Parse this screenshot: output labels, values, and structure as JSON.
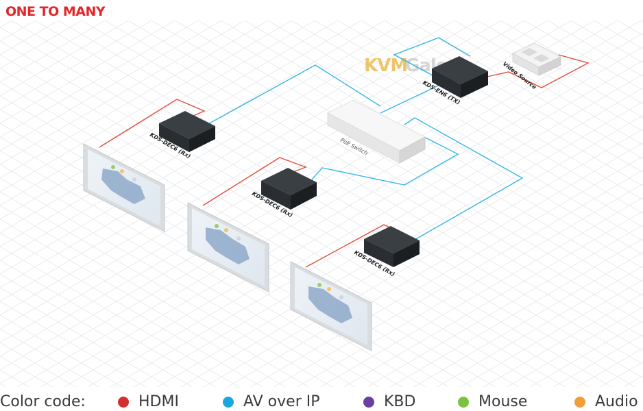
{
  "title": "ONE TO MANY",
  "watermark": {
    "part1": "KVM",
    "part2": "Galore"
  },
  "devices": {
    "encoder": "KDS-EN6 (TX)",
    "decoder_1": "KDS-DEC6 (Rx)",
    "decoder_2": "KDS-DEC6 (Rx)",
    "decoder_3": "KDS-DEC6 (Rx)",
    "switch": "PoE Switch",
    "source": "Video Source"
  },
  "legend": {
    "label": "Color code:",
    "items": [
      {
        "label": "HDMI",
        "color": "#d32f2f"
      },
      {
        "label": "AV over IP",
        "color": "#1aa7e0"
      },
      {
        "label": "KBD",
        "color": "#6b3fa0"
      },
      {
        "label": "Mouse",
        "color": "#7cc242"
      },
      {
        "label": "Audio",
        "color": "#f29d38"
      }
    ]
  },
  "colors": {
    "hdmi": "#e04a3a",
    "av_over_ip": "#35b6e6",
    "device_top": "#2b2f33",
    "device_side": "#1a1d20",
    "switch": "#eeeeee",
    "screen_frame": "#d9dde0",
    "screen_map": "#8ea9c9"
  }
}
